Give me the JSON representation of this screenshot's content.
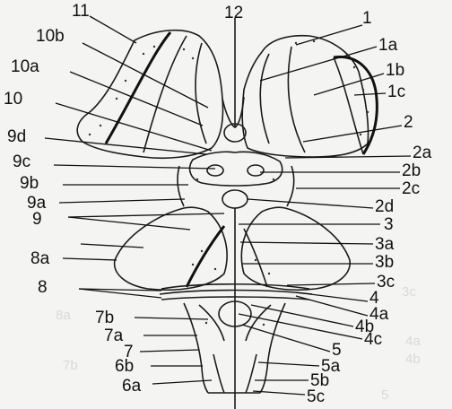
{
  "labels": {
    "l1": "1",
    "l1a": "1a",
    "l1b": "1b",
    "l1c": "1c",
    "l2": "2",
    "l2a": "2a",
    "l2b": "2b",
    "l2c": "2c",
    "l2d": "2d",
    "l3": "3",
    "l3a": "3a",
    "l3b": "3b",
    "l3c": "3c",
    "l4": "4",
    "l4a": "4a",
    "l4b": "4b",
    "l4c": "4c",
    "l5": "5",
    "l5a": "5a",
    "l5b": "5b",
    "l5c": "5c",
    "l6a": "6a",
    "l6b": "6b",
    "l7": "7",
    "l7a": "7a",
    "l7b": "7b",
    "l8": "8",
    "l8a": "8a",
    "l9": "9",
    "l9a": "9a",
    "l9b": "9b",
    "l9c": "9c",
    "l9d": "9d",
    "l10": "10",
    "l10a": "10a",
    "l10b": "10b",
    "l11": "11",
    "l12": "12"
  }
}
